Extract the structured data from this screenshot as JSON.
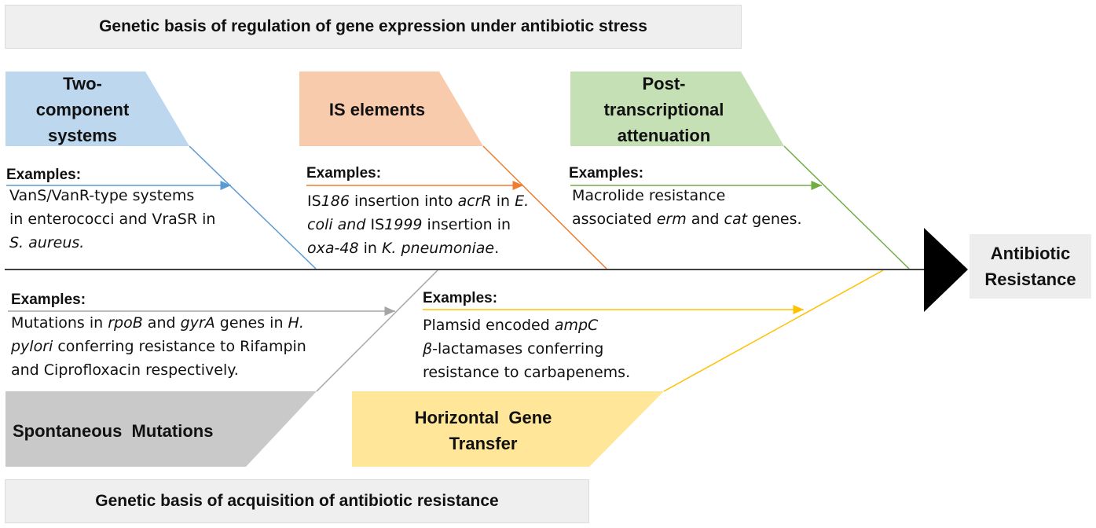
{
  "title_top": "Genetic basis of regulation of gene expression under antibiotic stress",
  "title_bottom": "Genetic basis of acquisition of antibiotic resistance",
  "outcome": [
    "Antibiotic",
    "Resistance"
  ],
  "colors": {
    "blue": "#bdd7ee",
    "blue_line": "#5b9bd5",
    "orange": "#f8cbad",
    "orange_line": "#ed7d31",
    "green": "#c5e0b4",
    "green_line": "#70ad47",
    "gray": "#c9c9c9",
    "gray_line": "#a5a5a5",
    "yellow": "#ffe699",
    "yellow_line": "#ffc000",
    "spine": "#404040"
  },
  "categories": {
    "two_component": {
      "label": [
        "Two-",
        "component",
        "systems"
      ],
      "examples_heading": "Examples:"
    },
    "is_elements": {
      "label": [
        "IS elements"
      ],
      "examples_heading": "Examples:"
    },
    "post_transcriptional": {
      "label": [
        "Post-",
        "transcriptional",
        "attenuation"
      ],
      "examples_heading": "Examples:"
    },
    "spontaneous": {
      "label": [
        "Spontaneous  Mutations"
      ],
      "examples_heading": "Examples:"
    },
    "hgt": {
      "label": [
        "Horizontal  Gene",
        "Transfer"
      ],
      "examples_heading": "Examples:"
    }
  },
  "examples": {
    "two_component": [
      [
        {
          "t": "VanS/VanR-type systems"
        }
      ],
      [
        {
          "t": "in enterococci and VraSR in"
        }
      ],
      [
        {
          "t": "S. aureus.",
          "i": true
        }
      ]
    ],
    "is_elements": [
      [
        {
          "t": "IS"
        },
        {
          "t": "186",
          "i": true
        },
        {
          "t": " insertion into "
        },
        {
          "t": "acrR",
          "i": true
        },
        {
          "t": " in "
        },
        {
          "t": "E.",
          "i": true
        }
      ],
      [
        {
          "t": "coli and",
          "i": true
        },
        {
          "t": " IS"
        },
        {
          "t": "1999",
          "i": true
        },
        {
          "t": " insertion in"
        }
      ],
      [
        {
          "t": "oxa-48",
          "i": true
        },
        {
          "t": " in "
        },
        {
          "t": "K. pneumoniae",
          "i": true
        },
        {
          "t": "."
        }
      ]
    ],
    "post_transcriptional": [
      [
        {
          "t": "Macrolide resistance"
        }
      ],
      [
        {
          "t": "associated "
        },
        {
          "t": "erm",
          "i": true
        },
        {
          "t": " and "
        },
        {
          "t": "cat",
          "i": true
        },
        {
          "t": " genes."
        }
      ]
    ],
    "spontaneous": [
      [
        {
          "t": "Mutations in "
        },
        {
          "t": "rpoB",
          "i": true
        },
        {
          "t": " and "
        },
        {
          "t": "gyrA",
          "i": true
        },
        {
          "t": " genes in "
        },
        {
          "t": "H.",
          "i": true
        }
      ],
      [
        {
          "t": "pylori",
          "i": true
        },
        {
          "t": " conferring resistance to Rifampin"
        }
      ],
      [
        {
          "t": "and Ciprofloxacin respectively."
        }
      ]
    ],
    "hgt": [
      [
        {
          "t": "Plamsid encoded "
        },
        {
          "t": "ampC",
          "i": true
        }
      ],
      [
        {
          "t": "β",
          "i": true
        },
        {
          "t": "-lactamases conferring"
        }
      ],
      [
        {
          "t": "resistance to carbapenems."
        }
      ]
    ]
  }
}
